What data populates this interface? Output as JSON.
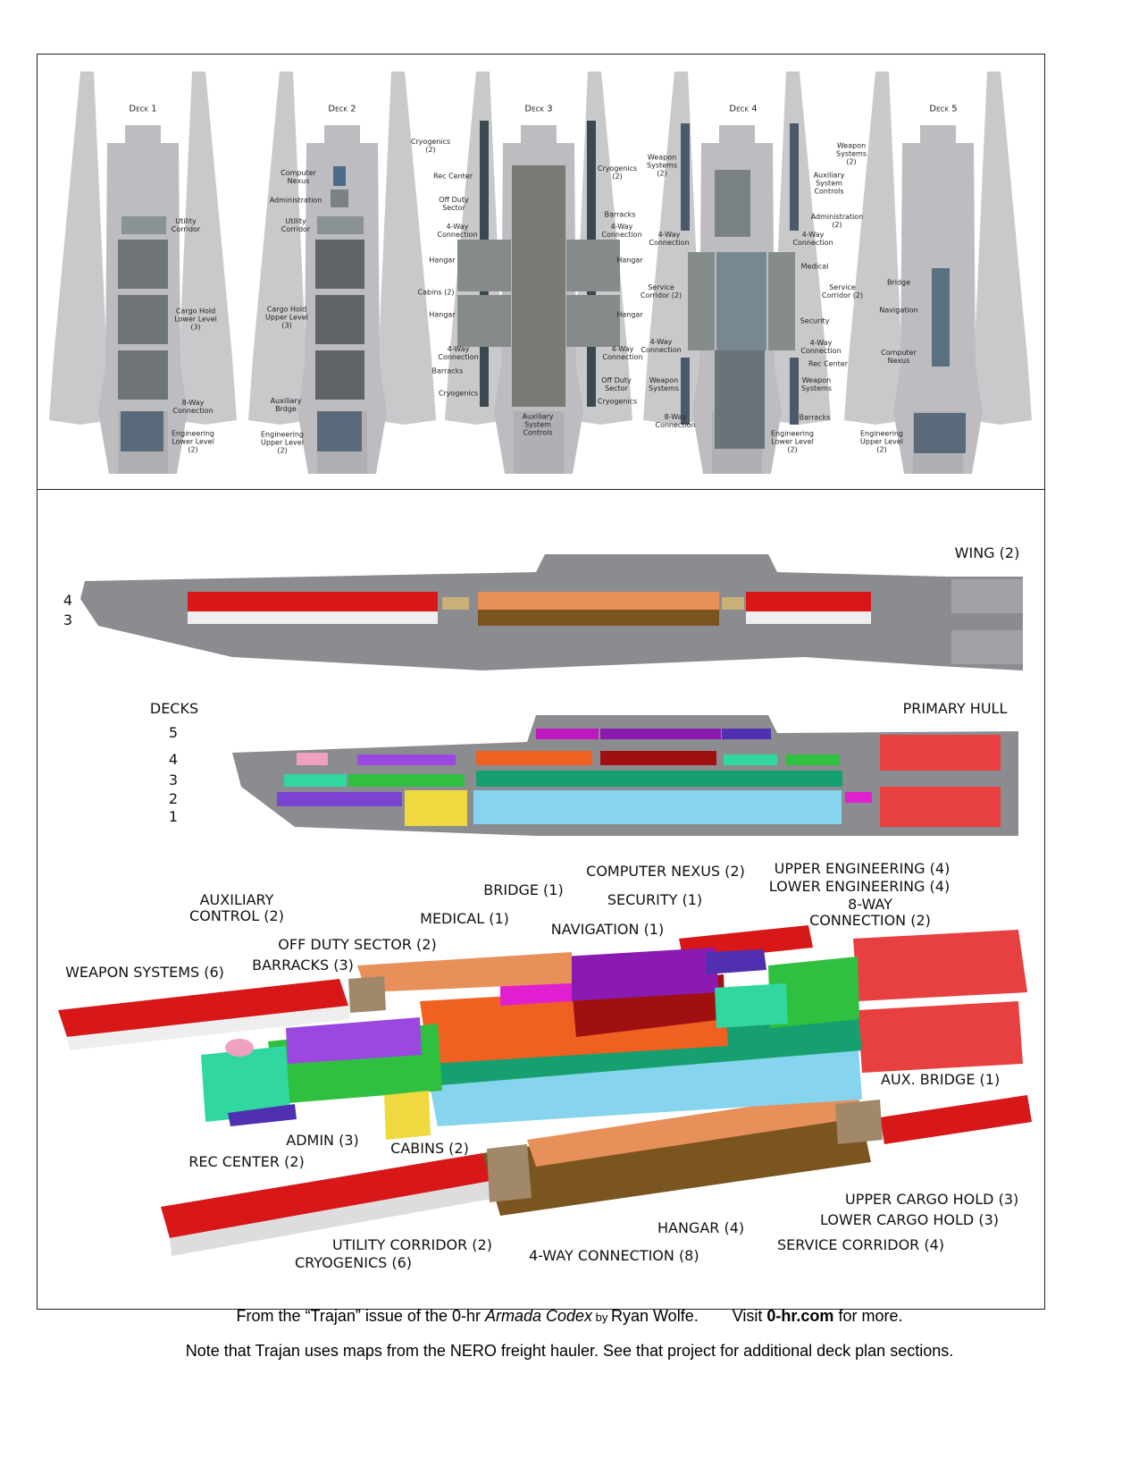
{
  "decks": [
    {
      "title": "Deck 1",
      "labels": [
        "Utility\nCorridor",
        "Cargo Hold\nLower Level\n(3)",
        "8-Way\nConnection",
        "Engineering\nLower Level\n(2)"
      ]
    },
    {
      "title": "Deck 2",
      "labels": [
        "Computer\nNexus",
        "Administration",
        "Utility\nCorridor",
        "Cargo Hold\nUpper Level\n(3)",
        "Auxiliary\nBrdge",
        "Engineering\nUpper Level\n(2)"
      ]
    },
    {
      "title": "Deck 3",
      "labels": [
        "Cryogenics\n(2)",
        "Rec Center",
        "Off Duty\nSector",
        "4-Way\nConnection",
        "Hangar",
        "Cabins (2)",
        "Hangar",
        "4-Way\nConnection",
        "Barracks",
        "Cryogenics",
        "Auxiliary\nSystem\nControls",
        "Cryogenics\n(2)",
        "Barracks",
        "4-Way\nConnection",
        "Hangar",
        "Hangar",
        "4-Way\nConnection",
        "Off Duty\nSector",
        "Cryogenics"
      ]
    },
    {
      "title": "Deck 4",
      "labels": [
        "Weapon\nSystems\n(2)",
        "4-Way\nConnection",
        "Service\nCorridor (2)",
        "4-Way\nConnection",
        "Weapon\nSystems",
        "8-Way\nConnection",
        "Weapon\nSystems\n(2)",
        "Auxiliary\nSystem\nControls",
        "Administration\n(2)",
        "4-Way\nConnection",
        "Medical",
        "Service\nCorridor (2)",
        "Security",
        "4-Way\nConnection",
        "Rec Center",
        "Weapon\nSystems",
        "Barracks",
        "Engineering\nLower Level\n(2)"
      ]
    },
    {
      "title": "Deck 5",
      "labels": [
        "Bridge",
        "Navigation",
        "Computer\nNexus",
        "Engineering\nUpper Level\n(2)"
      ]
    }
  ],
  "side_views": {
    "wing_title": "WING (2)",
    "wing_decks": [
      "4",
      "3"
    ],
    "hull_title": "PRIMARY HULL",
    "decks_label": "DECKS",
    "hull_decks": [
      "5",
      "4",
      "3",
      "2",
      "1"
    ]
  },
  "legend": [
    "AUXILIARY\nCONTROL (2)",
    "BRIDGE (1)",
    "COMPUTER NEXUS (2)",
    "UPPER ENGINEERING (4)",
    "LOWER ENGINEERING (4)",
    "SECURITY (1)",
    "8-WAY\nCONNECTION (2)",
    "MEDICAL (1)",
    "NAVIGATION (1)",
    "OFF DUTY SECTOR (2)",
    "BARRACKS (3)",
    "WEAPON SYSTEMS (6)",
    "AUX. BRIDGE (1)",
    "ADMIN (3)",
    "CABINS (2)",
    "REC CENTER (2)",
    "UPPER CARGO HOLD (3)",
    "LOWER CARGO HOLD (3)",
    "HANGAR (4)",
    "UTILITY CORRIDOR (2)",
    "SERVICE CORRIDOR (4)",
    "4-WAY CONNECTION (8)",
    "CRYOGENICS (6)"
  ],
  "colors": {
    "weapon": "#d81818",
    "engineering": "#e84040",
    "cargo_upper": "#86d4ee",
    "hangar": "#e8905a",
    "hangar_low": "#7a5520",
    "medical": "#f06020",
    "security": "#a01010",
    "navigation": "#8a1ab0",
    "bridge": "#e020d0",
    "admin": "#9a48e0",
    "cabins": "#f0d840",
    "rec": "#30d8a0",
    "barracks": "#30c040",
    "cryo": "#f0f0f0",
    "corridor": "#16a070",
    "connection": "#a08868",
    "computer": "#5030b0",
    "aux_control": "#f0a0c0"
  },
  "footer": {
    "l1a": "From the “Trajan” issue of the 0-hr ",
    "l1b": "Armada Codex",
    "l1c": " by ",
    "l1d": "Ryan Wolfe.",
    "l1e": "Visit ",
    "l1f": "0-hr.com",
    "l1g": " for more.",
    "l2": "Note that Trajan uses maps from the NERO freight hauler. See that project for additional deck plan sections."
  }
}
